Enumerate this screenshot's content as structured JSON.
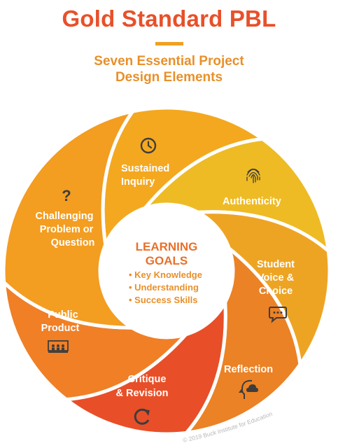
{
  "header": {
    "title": "Gold Standard PBL",
    "subtitle_line1": "Seven Essential Project",
    "subtitle_line2": "Design Elements"
  },
  "center": {
    "heading_line1": "LEARNING",
    "heading_line2": "GOALS",
    "items": [
      "• Key Knowledge",
      "• Understanding",
      "• Success Skills"
    ]
  },
  "elements": [
    {
      "label_lines": [
        "Sustained",
        "Inquiry"
      ],
      "icon": "clock-icon",
      "color": "#f4a81f"
    },
    {
      "label_lines": [
        "Authenticity"
      ],
      "icon": "fingerprint-icon",
      "color": "#eebb25"
    },
    {
      "label_lines": [
        "Student",
        "Voice &",
        "Choice"
      ],
      "icon": "speech-bubble-icon",
      "color": "#eea423"
    },
    {
      "label_lines": [
        "Reflection"
      ],
      "icon": "head-cloud-icon",
      "color": "#eb8225"
    },
    {
      "label_lines": [
        "Critique",
        "& Revision"
      ],
      "icon": "refresh-icon",
      "color": "#e84f28"
    },
    {
      "label_lines": [
        "Public",
        "Product"
      ],
      "icon": "presentation-icon",
      "color": "#f07f26"
    },
    {
      "label_lines": [
        "Challenging",
        "Problem or",
        "Question"
      ],
      "icon": "question-mark-icon",
      "color": "#f39d21"
    }
  ],
  "copyright": "© 2019 Buck Institute for Education"
}
